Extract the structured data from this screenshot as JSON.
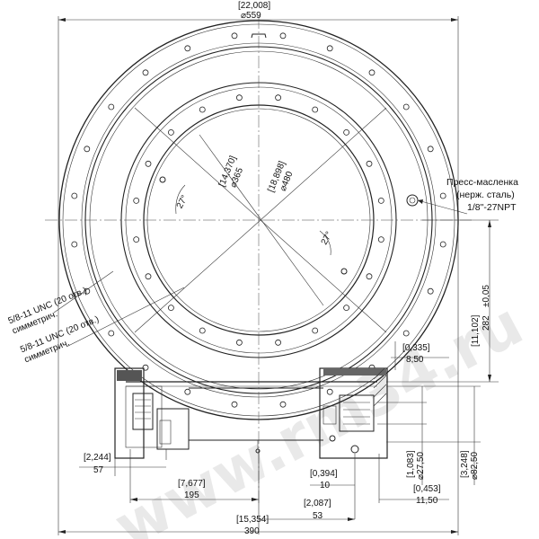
{
  "top_dim": {
    "inch": "[22,008]",
    "mm": "⌀559"
  },
  "bolt_circle_inner": {
    "inch": "[14,370]",
    "mm": "⌀365"
  },
  "bolt_circle_outer": {
    "inch": "[18,898]",
    "mm": "⌀480"
  },
  "angle_label": "27°",
  "grease": {
    "line1": "Пресс-масленка",
    "line2": "(нерж. сталь)",
    "line3": "1/8\"-27NPT"
  },
  "holes_note_1": {
    "line1": "5/8-11 UNC (20 отв.)",
    "line2": "симметрич."
  },
  "holes_note_2": {
    "line1": "5/8-11 UNC (20 отв.)",
    "line2": "симметрич."
  },
  "dim_0335": {
    "inch": "[0,335]",
    "mm": "8,50"
  },
  "dim_11102": {
    "inch": "[11,102]",
    "mm": "282",
    "tol": "±0,05"
  },
  "dim_1083": {
    "inch": "[1,083]",
    "mm": "⌀27,50"
  },
  "dim_3248": {
    "inch": "[3,248]",
    "mm": "⌀82,50"
  },
  "dim_2244": {
    "inch": "[2,244]",
    "mm": "57"
  },
  "dim_7677": {
    "inch": "[7,677]",
    "mm": "195"
  },
  "dim_0394": {
    "inch": "[0,394]",
    "mm": "10"
  },
  "dim_0453": {
    "inch": "[0,453]",
    "mm": "11,50"
  },
  "dim_2087": {
    "inch": "[2,087]",
    "mm": "53"
  },
  "dim_15354": {
    "inch": "[15,354]",
    "mm": "390"
  },
  "watermark": "www.rm34.ru",
  "colors": {
    "line": "#222222",
    "watermark": "#d8d8d8"
  }
}
